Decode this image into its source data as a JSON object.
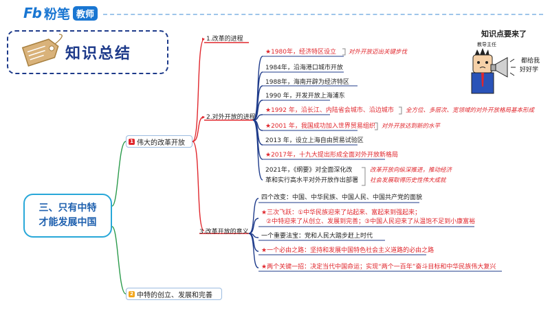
{
  "header": {
    "logo_fb": "Fb",
    "logo_brand": "粉笔",
    "logo_tag": "教师"
  },
  "summary": {
    "title": "知识总结"
  },
  "central": {
    "line1": "三、只有中特",
    "line2": "才能发展中国"
  },
  "branches": [
    {
      "num": "1",
      "label": "伟大的改革开放",
      "color": "#e0262c"
    },
    {
      "num": "2",
      "label": "中特的创立、发展和完善",
      "color": "#f2a51a"
    }
  ],
  "sections": {
    "s1": "1.改革的进程",
    "s2": "2.对外开放的进程",
    "s3": "3.改革开放的意义"
  },
  "opening": [
    {
      "star": "★",
      "text": "1980年，经济特区设立",
      "red": true,
      "note": "对外开放迈出关键步伐"
    },
    {
      "star": "",
      "text": "1984年，沿海港口城市开放",
      "red": false,
      "note": ""
    },
    {
      "star": "",
      "text": "1988年，海南开辟为经济特区",
      "red": false,
      "note": ""
    },
    {
      "star": "",
      "text": "1990 年，开发开放上海浦东",
      "red": false,
      "note": ""
    },
    {
      "star": "★",
      "text": "1992 年，沿长江、内陆省会城市、沿边城市",
      "red": true,
      "note": "全方位、多层次、宽领域的对外开放格局基本形成"
    },
    {
      "star": "★",
      "text": "2001 年，我国成功加入世界贸易组织",
      "red": true,
      "note": "对外开放达到新的水平"
    },
    {
      "star": "",
      "text": "2013 年，设立上海自由贸易试验区",
      "red": false,
      "note": ""
    },
    {
      "star": "★",
      "text": "2017年，十九大提出形成全面对外开放新格局",
      "red": true,
      "note": ""
    },
    {
      "star": "",
      "text": "2021年，《纲要》对全面深化改",
      "text2": "革和实行高水平对外开放作出部署",
      "red": false,
      "note": "改革开放向纵深推进，推动经济",
      "note2": "社会发展取得历史性伟大成就"
    }
  ],
  "meaning": [
    {
      "star": "",
      "text": "四个改变：中国、中华民族、中国人民、中国共产党的面貌",
      "red": false
    },
    {
      "star": "★",
      "text": "三次飞跃：①中华民族迎来了站起来、富起来到强起来；",
      "text2": "②中特迎来了从创立、发展到完善；③中国人民迎来了从温饱不足到小康富裕",
      "red": true
    },
    {
      "star": "",
      "text": "一个重要法宝：党和人民大踏步赶上时代",
      "red": false
    },
    {
      "star": "★",
      "text": "一个必由之路：坚持和发展中国特色社会主义道路的必由之路",
      "red": true
    },
    {
      "star": "★",
      "text": "两个关键一招：决定当代中国命运；实现“两个一百年”奋斗目标和中华民族伟大复兴",
      "red": true
    }
  ],
  "cartoon": {
    "title": "知识点要来了",
    "role": "教导主任",
    "speech1": "都给我",
    "speech2": "好好学"
  },
  "colors": {
    "accent": "#1976d2",
    "red": "#e0262c",
    "line": "#9bbbe0",
    "central_border": "#27a7d8"
  }
}
